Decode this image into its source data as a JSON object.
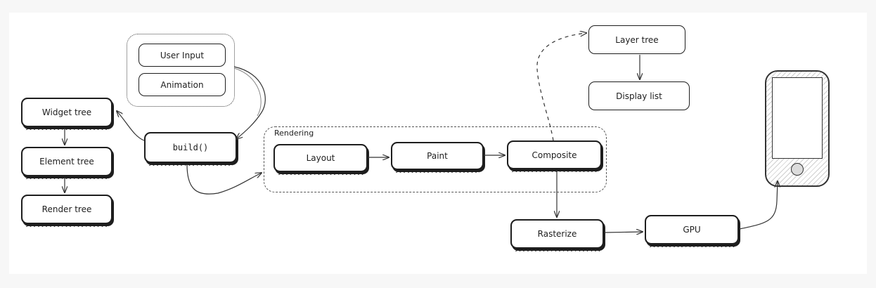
{
  "diagram": {
    "groups": {
      "inputs": {
        "label": ""
      },
      "rendering": {
        "label": "Rendering"
      }
    },
    "nodes": {
      "user_input": "User Input",
      "animation": "Animation",
      "widget_tree": "Widget tree",
      "element_tree": "Element tree",
      "render_tree": "Render tree",
      "build": "build()",
      "layout": "Layout",
      "paint": "Paint",
      "composite": "Composite",
      "layer_tree": "Layer tree",
      "display_list": "Display list",
      "rasterize": "Rasterize",
      "gpu": "GPU"
    },
    "device": {
      "icon": "smartphone-icon"
    },
    "colors": {
      "stroke": "#1e1e1e",
      "background": "#ffffff"
    }
  }
}
